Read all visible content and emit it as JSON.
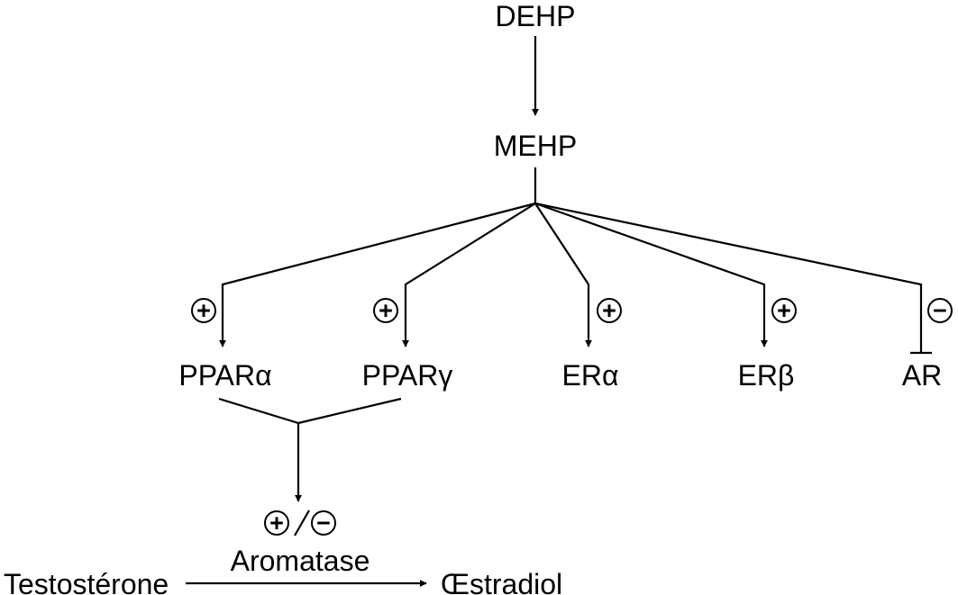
{
  "colors": {
    "ink": "#000000",
    "background": "#ffffff"
  },
  "nodes": {
    "dehp": "DEHP",
    "mehp": "MEHP",
    "ppar_alpha": "PPARα",
    "ppar_gamma": "PPARγ",
    "er_alpha": "ERα",
    "er_beta": "ERβ",
    "ar": "AR",
    "aromatase": "Aromatase",
    "testosterone": "Testostérone",
    "oestradiol": "Œstradiol"
  },
  "signs": {
    "positive": "+",
    "negative": "−",
    "slash": "/"
  },
  "effects": {
    "mehp_to_ppar_alpha": "positive",
    "mehp_to_ppar_gamma": "positive",
    "mehp_to_er_alpha": "positive",
    "mehp_to_er_beta": "positive",
    "mehp_to_ar": "negative",
    "ppar_to_aromatase": "positive/negative"
  }
}
